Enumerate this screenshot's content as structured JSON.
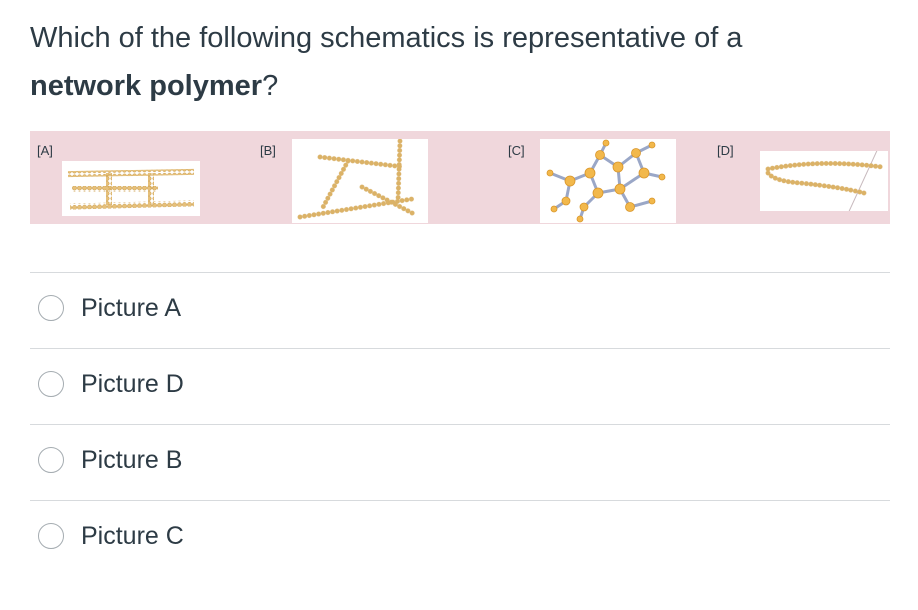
{
  "question": {
    "text_before": "Which of the following schematics is representative of a ",
    "bold": "network polymer",
    "text_after": "?"
  },
  "panels": [
    {
      "label": "[A]"
    },
    {
      "label": "[B]"
    },
    {
      "label": "[C]"
    },
    {
      "label": "[D]"
    }
  ],
  "options": [
    {
      "label": "Picture A"
    },
    {
      "label": "Picture D"
    },
    {
      "label": "Picture B"
    },
    {
      "label": "Picture C"
    }
  ],
  "colors": {
    "strip_background": "#f0d7dc",
    "bead": "#e6c07a",
    "bead_outline": "#c99a45",
    "node": "#f2b84b",
    "link": "#9aa7c7",
    "text": "#2d3b45"
  }
}
